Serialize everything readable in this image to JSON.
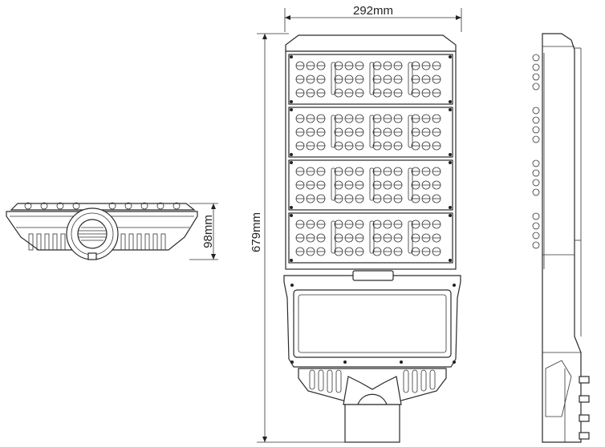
{
  "dimensions": {
    "width_label": "292mm",
    "length_label": "679mm",
    "height_label": "98mm"
  },
  "views": {
    "front": {
      "modules": 4
    },
    "top_view": {},
    "side_view": {}
  }
}
